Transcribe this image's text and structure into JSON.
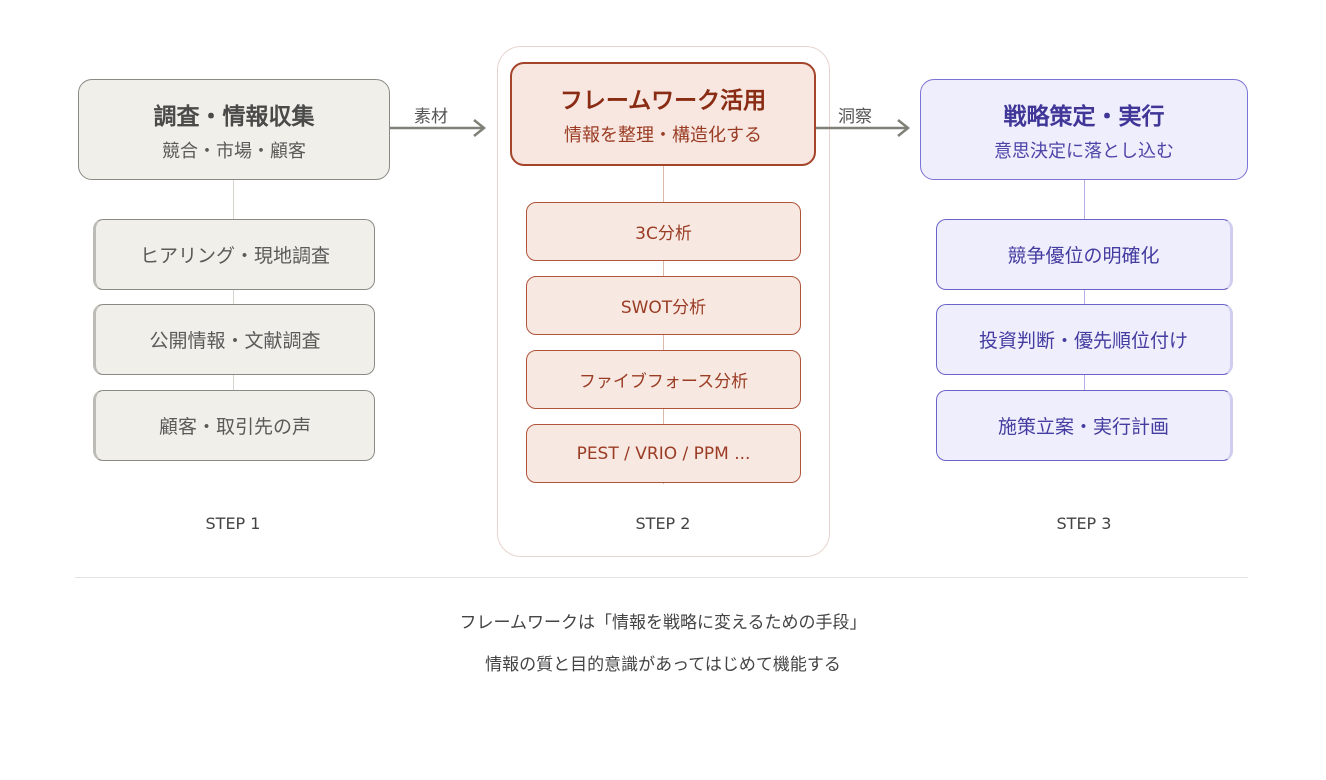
{
  "steps": [
    {
      "label": "STEP 1",
      "title": "調査・情報収集",
      "subtitle": "競合・市場・顧客",
      "items": [
        "ヒアリング・現地調査",
        "公開情報・文献調査",
        "顧客・取引先の声"
      ]
    },
    {
      "label": "STEP 2",
      "title": "フレームワーク活用",
      "subtitle": "情報を整理・構造化する",
      "items": [
        "3C分析",
        "SWOT分析",
        "ファイブフォース分析",
        "PEST / VRIO / PPM ..."
      ]
    },
    {
      "label": "STEP 3",
      "title": "戦略策定・実行",
      "subtitle": "意思決定に落とし込む",
      "items": [
        "競争優位の明確化",
        "投資判断・優先順位付け",
        "施策立案・実行計画"
      ]
    }
  ],
  "arrows": [
    {
      "label": "素材"
    },
    {
      "label": "洞察"
    }
  ],
  "captions": [
    "フレームワークは「情報を戦略に変えるための手段」",
    "情報の質と目的意識があってはじめて機能する"
  ],
  "colors": {
    "step1_accent": "#8a8a85",
    "step2_accent": "#a4442a",
    "step3_accent": "#7c73d6",
    "arrow": "#808078"
  }
}
